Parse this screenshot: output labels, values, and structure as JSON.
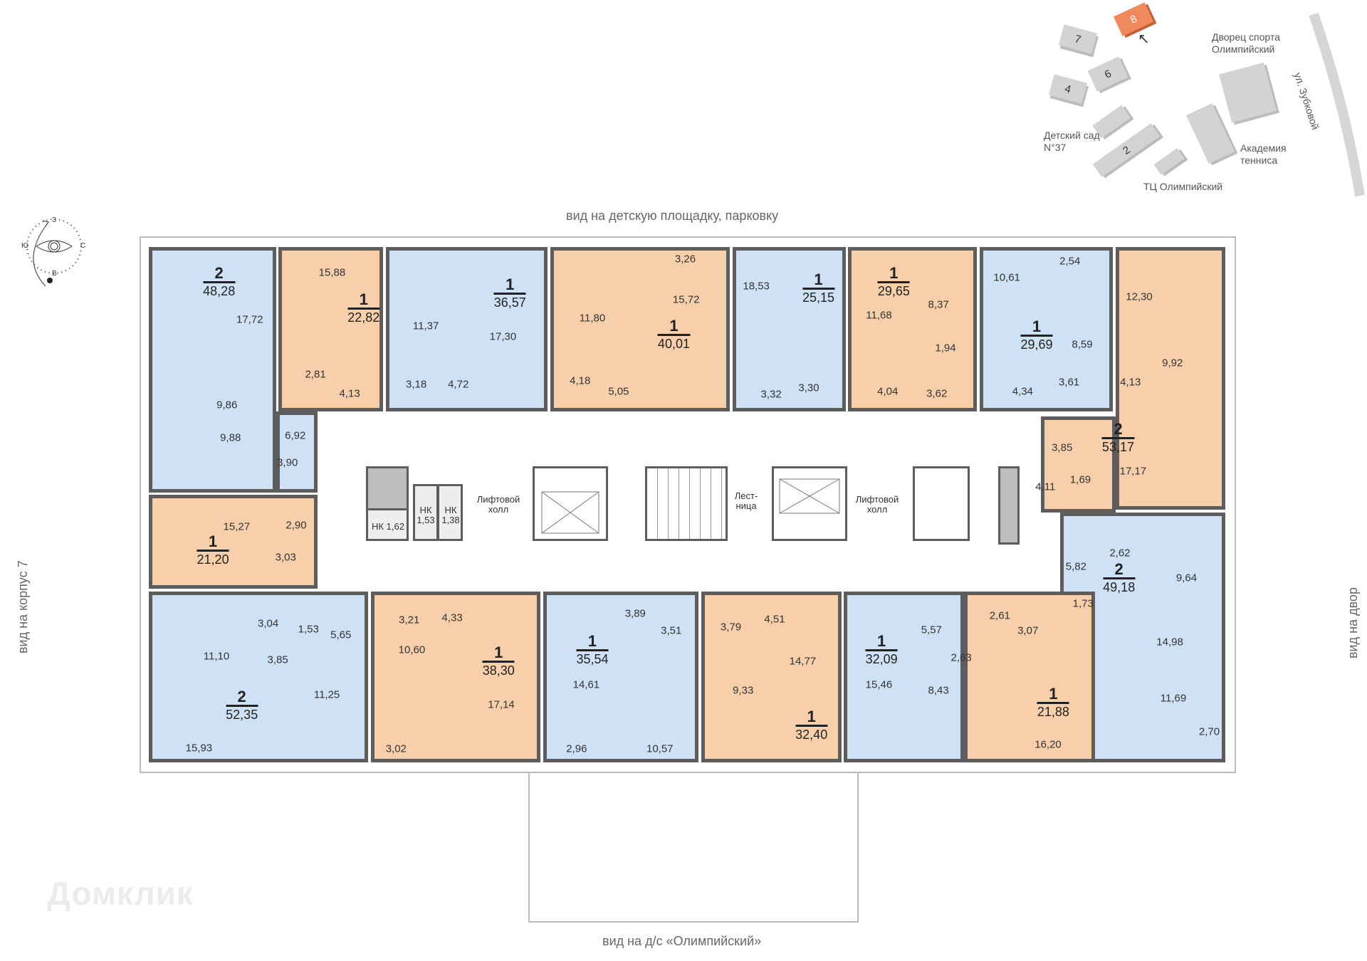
{
  "views": {
    "top": "вид на детскую площадку, парковку",
    "bottom": "вид на д/с «Олимпийский»",
    "left": "вид на корпус 7",
    "right": "вид на двор"
  },
  "compass": {
    "north": "С",
    "south": "Ю",
    "west": "З",
    "east": "В",
    "icon": "eye-icon"
  },
  "location_map": {
    "current_building": "8",
    "buildings": [
      "7",
      "6",
      "4",
      "2"
    ],
    "labels": [
      "Дворец спорта Олимпийский",
      "Детский сад N°37",
      "Академия тенниса",
      "ТЦ Олимпийский",
      "ул. Зубковой"
    ],
    "highlight_color": "#f08a5d"
  },
  "core": {
    "storage": [
      {
        "label": "НК",
        "area": "1,62"
      },
      {
        "label": "НК",
        "area": "1,53"
      },
      {
        "label": "НК",
        "area": "1,38"
      }
    ],
    "lift_hall": "Лифтовой холл",
    "stairs": "Лест-ница"
  },
  "colors": {
    "blue": "#cfe1f4",
    "orange": "#f7d0ab",
    "wall": "#5d5d5d"
  },
  "apartments": [
    {
      "rooms_count": "2",
      "area": "48,28",
      "color": "blue",
      "rooms": [
        "17,72",
        "9,86",
        "9,88",
        "6,92",
        "3,90"
      ]
    },
    {
      "rooms_count": "1",
      "area": "22,82",
      "color": "orange",
      "rooms": [
        "15,88",
        "2,81",
        "4,13"
      ]
    },
    {
      "rooms_count": "1",
      "area": "36,57",
      "color": "blue",
      "rooms": [
        "11,37",
        "3,18",
        "4,72",
        "17,30"
      ]
    },
    {
      "rooms_count": "1",
      "area": "40,01",
      "color": "orange",
      "rooms": [
        "3,26",
        "15,72",
        "11,80",
        "4,18",
        "5,05"
      ]
    },
    {
      "rooms_count": "1",
      "area": "25,15",
      "color": "blue",
      "rooms": [
        "18,53",
        "3,32",
        "3,30"
      ]
    },
    {
      "rooms_count": "1",
      "area": "29,65",
      "color": "orange",
      "rooms": [
        "11,68",
        "8,37",
        "1,94",
        "4,04",
        "3,62"
      ]
    },
    {
      "rooms_count": "1",
      "area": "29,69",
      "color": "blue",
      "rooms": [
        "10,61",
        "2,54",
        "8,59",
        "4,34",
        "3,61"
      ]
    },
    {
      "rooms_count": "2",
      "area": "53,17",
      "color": "orange",
      "rooms": [
        "12,30",
        "9,92",
        "4,13",
        "3,85",
        "4,11",
        "1,69",
        "17,17"
      ]
    },
    {
      "rooms_count": "2",
      "area": "49,18",
      "color": "blue",
      "rooms": [
        "2,62",
        "5,82",
        "9,64",
        "1,73",
        "14,98",
        "11,69",
        "2,70"
      ]
    },
    {
      "rooms_count": "1",
      "area": "21,20",
      "color": "orange",
      "rooms": [
        "15,27",
        "2,90",
        "3,03"
      ]
    },
    {
      "rooms_count": "2",
      "area": "52,35",
      "color": "blue",
      "rooms": [
        "11,10",
        "3,04",
        "1,53",
        "5,65",
        "3,85",
        "11,25",
        "15,93"
      ]
    },
    {
      "rooms_count": "1",
      "area": "38,30",
      "color": "orange",
      "rooms": [
        "3,21",
        "4,33",
        "10,60",
        "17,14",
        "3,02"
      ]
    },
    {
      "rooms_count": "1",
      "area": "35,54",
      "color": "blue",
      "rooms": [
        "3,89",
        "3,51",
        "14,61",
        "2,96",
        "10,57"
      ]
    },
    {
      "rooms_count": "1",
      "area": "32,40",
      "color": "orange",
      "rooms": [
        "3,79",
        "4,51",
        "14,77",
        "9,33"
      ]
    },
    {
      "rooms_count": "1",
      "area": "32,09",
      "color": "blue",
      "rooms": [
        "5,57",
        "2,63",
        "15,46",
        "8,43"
      ]
    },
    {
      "rooms_count": "1",
      "area": "21,88",
      "color": "orange",
      "rooms": [
        "2,61",
        "3,07",
        "16,20"
      ]
    }
  ],
  "watermark": "Домклик"
}
